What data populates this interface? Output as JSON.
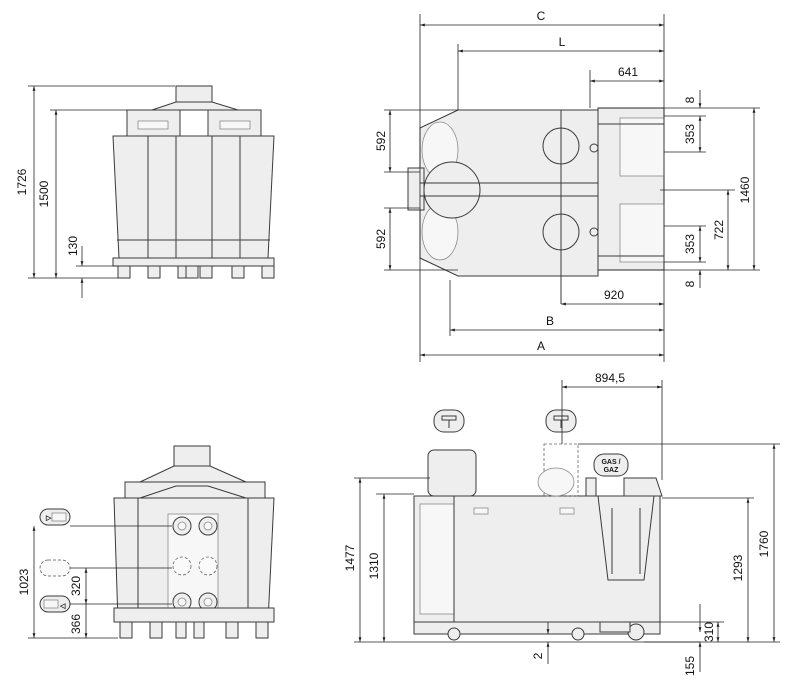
{
  "top_left_view": {
    "dim_overall_height": "1726",
    "dim_body_height": "1500",
    "dim_base": "130"
  },
  "top_right_view": {
    "dim_C": "C",
    "dim_L": "L",
    "dim_641": "641",
    "dim_8_top": "8",
    "dim_353_top": "353",
    "dim_1460": "1460",
    "dim_592_top": "592",
    "dim_592_bottom": "592",
    "dim_722": "722",
    "dim_353_bottom": "353",
    "dim_8_bottom": "8",
    "dim_920": "920",
    "dim_B": "B",
    "dim_A": "A"
  },
  "bottom_left_view": {
    "dim_1023": "1023",
    "dim_320": "320",
    "dim_366": "366"
  },
  "bottom_right_view": {
    "dim_894_5": "894,5",
    "gas_label_line1": "GAS /",
    "gas_label_line2": "GAZ",
    "dim_1477": "1477",
    "dim_1310": "1310",
    "dim_1293": "1293",
    "dim_1760": "1760",
    "dim_310": "310",
    "dim_155": "155",
    "dim_2": "2"
  }
}
